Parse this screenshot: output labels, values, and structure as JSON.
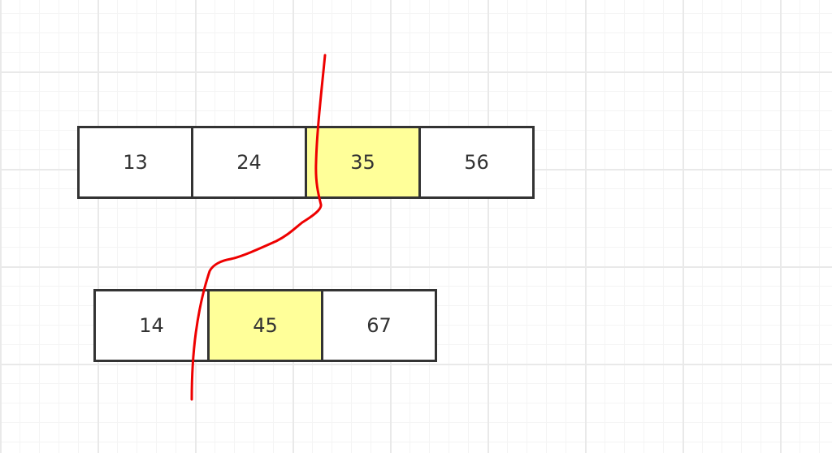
{
  "rows": [
    {
      "cells": [
        {
          "value": "13",
          "highlight": false
        },
        {
          "value": "24",
          "highlight": false
        },
        {
          "value": "35",
          "highlight": true
        },
        {
          "value": "56",
          "highlight": false
        }
      ]
    },
    {
      "cells": [
        {
          "value": "14",
          "highlight": false
        },
        {
          "value": "45",
          "highlight": true
        },
        {
          "value": "67",
          "highlight": false
        }
      ]
    }
  ],
  "colors": {
    "highlight": "#ffff99",
    "border": "#333333",
    "cut_line": "#ee0000"
  }
}
